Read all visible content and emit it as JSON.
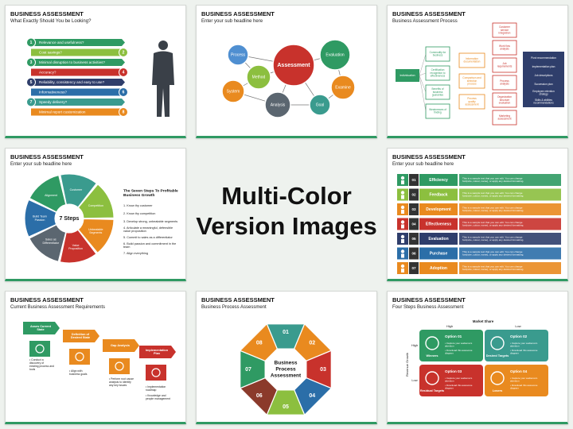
{
  "center": {
    "line1": "Multi-Color",
    "line2": "Version Images"
  },
  "slides": [
    {
      "title": "BUSINESS ASSESSMENT",
      "subtitle": "What Exactly Should You be Looking?",
      "items": [
        "Relevance and usefulness?",
        "Cost savings?",
        "Minimal disruption to business activities?",
        "Accuracy?",
        "Reliability, consistency and easy to use?",
        "Informativeness?",
        "Speedy delivery?",
        "Minimal report customization"
      ],
      "numbers": [
        "1",
        "2",
        "3",
        "4",
        "5",
        "6",
        "7",
        "8"
      ]
    },
    {
      "title": "BUSINESS ASSESSMENT",
      "subtitle": "Enter your sub headline here",
      "nodes": [
        "Process",
        "Method",
        "System",
        "Assessment",
        "Evaluation",
        "Analysis",
        "Goal",
        "Examine"
      ]
    },
    {
      "title": "BUSINESS ASSESSMENT",
      "subtitle": "Business Assessment Process",
      "start": "Individuation",
      "col2": [
        "Commodity for business",
        "Certification recognition to effectiveness",
        "Benefits of business guarantee",
        "Weaknesses of finding"
      ],
      "col3": [
        "Information documentation",
        "Comparison and selection process",
        "Process quality assessment"
      ],
      "col4": [
        "Customer service integration",
        "Work flow analysis",
        "Job requirements",
        "Process analysis",
        "Organization structure evaluation",
        "Marketing assessment"
      ],
      "results": [
        "Pivot recommendation",
        "Implementation plan",
        "Job descriptions",
        "Succession plan",
        "Employee retention strategy",
        "Skills & abilities recommendations"
      ]
    },
    {
      "title": "BUSINESS ASSESSMENT",
      "subtitle": "Enter your sub headline here",
      "center": "7 Steps",
      "segments": [
        "Customer",
        "Competition",
        "Unbeatable Segments",
        "Value Proposition",
        "Sales as Differentiator",
        "Build Team Passion",
        "Alignment"
      ],
      "heading": "The Seven Steps To Profitable Business Growth",
      "steps": [
        "1. Know thy customer",
        "2. Know thy competition",
        "3. Develop strong, unbeatable segments",
        "4. Articulate a meaningful, defensible value proposition",
        "5. Commit to sales as a differentiator",
        "6. Build passion and commitment in the team",
        "7. Align everything"
      ]
    },
    {
      "title": "BUSINESS ASSESSMENT",
      "subtitle": "Enter your sub headline here",
      "rows": [
        {
          "num": "01",
          "label": "Efficiency"
        },
        {
          "num": "02",
          "label": "Feedback"
        },
        {
          "num": "03",
          "label": "Development"
        },
        {
          "num": "04",
          "label": "Effectiveness"
        },
        {
          "num": "05",
          "label": "Evaluation"
        },
        {
          "num": "06",
          "label": "Purchase"
        },
        {
          "num": "07",
          "label": "Adoption"
        }
      ],
      "desc": "This is a sample text that you can edit. You can change font(size, colour, name), or apply any desired formatting."
    },
    {
      "title": "BUSINESS ASSESSMENT",
      "subtitle": "Current Business Assessment Requirements",
      "steps": [
        "Asses Current State",
        "Definition of Desired State",
        "Gap Analysis",
        "Implementation Plan"
      ],
      "bullets": [
        [
          "Conduct a discovery of existing process and tools"
        ],
        [
          "Align with business goals"
        ],
        [
          "Perform root cause analysis to identify any key issues"
        ],
        [
          "Implementation roadmap",
          "Knowledge and people management"
        ]
      ]
    },
    {
      "title": "BUSINESS ASSESSMENT",
      "subtitle": "Business Process Assessment",
      "center": [
        "Business",
        "Process",
        "Assessment"
      ],
      "numbers": [
        "01",
        "02",
        "03",
        "04",
        "05",
        "06",
        "07",
        "08"
      ]
    },
    {
      "title": "BUSINESS ASSESSMENT",
      "subtitle": "Four Steps Business Assessment",
      "axis_top": "Market Share",
      "high": "High",
      "low": "Low",
      "axis_side": "Revenue Growth",
      "quadrants": [
        {
          "option": "Option 01",
          "name": "Winners"
        },
        {
          "option": "Option 02",
          "name": "Desired Targets"
        },
        {
          "option": "Option 03",
          "name": "Residual Targets"
        },
        {
          "option": "Option 04",
          "name": "Losers"
        }
      ],
      "bullets": [
        "Capture your audience's attention",
        "Download this awesome diagram"
      ]
    }
  ],
  "colors": {
    "green": "#2f9a63",
    "dark_green": "#1c6b44",
    "lime": "#8cbf3f",
    "teal": "#3a9b8e",
    "blue": "#2b6ea8",
    "navy": "#2f3e6b",
    "red": "#c8322c",
    "orange": "#e98a1f",
    "brown": "#8b3a2b",
    "gray": "#5b6670"
  }
}
